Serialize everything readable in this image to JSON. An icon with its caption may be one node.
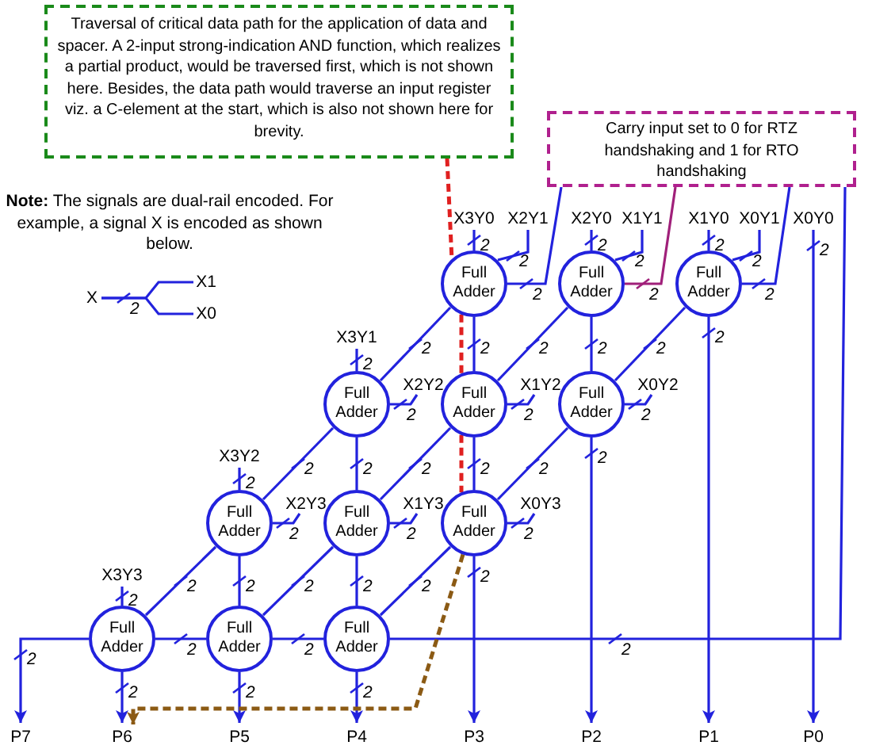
{
  "diagram": {
    "nodes": [
      {
        "text": [
          "Traversal of critical data path for the application of data and spacer. A 2-input strong-indication AND function, which realizes a partial product, would be traversed first, which is not shown here. Besides, the data path would traverse an input register viz. a C-element at the start, which is also not shown here for brevity."
        ]
      },
      {
        "text": [
          "Carry input set to 0 for RTZ handshaking and 1 for RTO handshaking"
        ]
      },
      {
        "text": [
          "Full Adder"
        ]
      },
      {
        "text": [
          "Full Adder"
        ]
      },
      {
        "text": [
          "Full Adder"
        ]
      },
      {
        "text": [
          "Full Adder"
        ]
      },
      {
        "text": [
          "Full Adder"
        ]
      },
      {
        "text": [
          "Full Adder"
        ]
      },
      {
        "text": [
          "Full Adder"
        ]
      },
      {
        "text": [
          "Full Adder"
        ]
      },
      {
        "text": [
          "Full Adder"
        ]
      },
      {
        "text": [
          "Full Adder"
        ]
      },
      {
        "text": [
          "Full Adder"
        ]
      },
      {
        "text": [
          "Full Adder"
        ]
      },
      {
        "text": [
          "X3Y0"
        ]
      },
      {
        "text": [
          "X2Y1"
        ]
      },
      {
        "text": [
          "X2Y0"
        ]
      },
      {
        "text": [
          "X1Y1"
        ]
      },
      {
        "text": [
          "X1Y0"
        ]
      },
      {
        "text": [
          "X0Y1"
        ]
      },
      {
        "text": [
          "X0Y0"
        ]
      },
      {
        "text": [
          "X3Y1"
        ]
      },
      {
        "text": [
          "X2Y2"
        ]
      },
      {
        "text": [
          "X1Y2"
        ]
      },
      {
        "text": [
          "X0Y2"
        ]
      },
      {
        "text": [
          "X3Y2"
        ]
      },
      {
        "text": [
          "X2Y3"
        ]
      },
      {
        "text": [
          "X1Y3"
        ]
      },
      {
        "text": [
          "X0Y3"
        ]
      },
      {
        "text": [
          "X3Y3"
        ]
      },
      {
        "text": [
          "P7"
        ]
      },
      {
        "text": [
          "P6"
        ]
      },
      {
        "text": [
          "P5"
        ]
      },
      {
        "text": [
          "P4"
        ]
      },
      {
        "text": [
          "P3"
        ]
      },
      {
        "text": [
          "P2"
        ]
      },
      {
        "text": [
          "P1"
        ]
      },
      {
        "text": [
          "P0"
        ]
      },
      {
        "text": [
          "X"
        ]
      },
      {
        "text": [
          "X1"
        ]
      },
      {
        "text": [
          "X0"
        ]
      }
    ],
    "edges": [
      {
        "from": 14,
        "to": 2,
        "arrow": "none",
        "label": "2"
      },
      {
        "from": 15,
        "to": 2,
        "arrow": "none",
        "label": "2"
      },
      {
        "from": 16,
        "to": 3,
        "arrow": "none",
        "label": "2"
      },
      {
        "from": 17,
        "to": 3,
        "arrow": "none",
        "label": "2"
      },
      {
        "from": 18,
        "to": 4,
        "arrow": "none",
        "label": "2"
      },
      {
        "from": 19,
        "to": 4,
        "arrow": "none",
        "label": "2"
      },
      {
        "from": 20,
        "to": 37,
        "arrow": "to",
        "label": "2"
      },
      {
        "from": 21,
        "to": 5,
        "arrow": "none",
        "label": "2"
      },
      {
        "from": 22,
        "to": 5,
        "arrow": "none",
        "label": "2"
      },
      {
        "from": 23,
        "to": 6,
        "arrow": "none",
        "label": "2"
      },
      {
        "from": 24,
        "to": 7,
        "arrow": "none",
        "label": "2"
      },
      {
        "from": 25,
        "to": 8,
        "arrow": "none",
        "label": "2"
      },
      {
        "from": 26,
        "to": 8,
        "arrow": "none",
        "label": "2"
      },
      {
        "from": 27,
        "to": 9,
        "arrow": "none",
        "label": "2"
      },
      {
        "from": 28,
        "to": 10,
        "arrow": "none",
        "label": "2"
      },
      {
        "from": 29,
        "to": 11,
        "arrow": "none",
        "label": "2"
      },
      {
        "from": 1,
        "to": 2,
        "arrow": "none",
        "label": "2"
      },
      {
        "from": 1,
        "to": 3,
        "arrow": "none",
        "label": "2",
        "color": "#a0207a"
      },
      {
        "from": 1,
        "to": 4,
        "arrow": "none",
        "label": "2"
      },
      {
        "from": 1,
        "to": 13,
        "arrow": "none",
        "label": "2"
      },
      {
        "from": 2,
        "to": 5,
        "arrow": "none",
        "label": "2"
      },
      {
        "from": 2,
        "to": 6,
        "arrow": "none",
        "label": "2"
      },
      {
        "from": 3,
        "to": 6,
        "arrow": "none",
        "label": "2"
      },
      {
        "from": 3,
        "to": 7,
        "arrow": "none",
        "label": "2"
      },
      {
        "from": 4,
        "to": 7,
        "arrow": "none",
        "label": "2"
      },
      {
        "from": 4,
        "to": 36,
        "arrow": "to",
        "label": "2"
      },
      {
        "from": 5,
        "to": 8,
        "arrow": "none",
        "label": "2"
      },
      {
        "from": 5,
        "to": 9,
        "arrow": "none",
        "label": "2"
      },
      {
        "from": 6,
        "to": 9,
        "arrow": "none",
        "label": "2"
      },
      {
        "from": 6,
        "to": 10,
        "arrow": "none",
        "label": "2"
      },
      {
        "from": 7,
        "to": 10,
        "arrow": "none",
        "label": "2"
      },
      {
        "from": 7,
        "to": 35,
        "arrow": "to",
        "label": "2"
      },
      {
        "from": 8,
        "to": 11,
        "arrow": "none",
        "label": "2"
      },
      {
        "from": 8,
        "to": 12,
        "arrow": "none",
        "label": "2"
      },
      {
        "from": 9,
        "to": 12,
        "arrow": "none",
        "label": "2"
      },
      {
        "from": 9,
        "to": 13,
        "arrow": "none",
        "label": "2"
      },
      {
        "from": 10,
        "to": 13,
        "arrow": "none",
        "label": "2"
      },
      {
        "from": 10,
        "to": 34,
        "arrow": "to",
        "label": "2"
      },
      {
        "from": 13,
        "to": 12,
        "arrow": "none",
        "label": "2"
      },
      {
        "from": 12,
        "to": 11,
        "arrow": "none",
        "label": "2"
      },
      {
        "from": 11,
        "to": 30,
        "arrow": "to",
        "label": "2"
      },
      {
        "from": 11,
        "to": 31,
        "arrow": "to",
        "label": "2"
      },
      {
        "from": 12,
        "to": 32,
        "arrow": "to",
        "label": "2"
      },
      {
        "from": 13,
        "to": 33,
        "arrow": "to",
        "label": "2"
      },
      {
        "from": 38,
        "to": 39,
        "arrow": "none",
        "label": "2"
      },
      {
        "from": 38,
        "to": 40,
        "arrow": "none"
      },
      {
        "from": 0,
        "to": 2,
        "arrow": "none",
        "style": "dashed",
        "color": "#e02020"
      },
      {
        "from": 2,
        "to": 6,
        "arrow": "none",
        "style": "dashed",
        "color": "#e02020"
      },
      {
        "from": 6,
        "to": 10,
        "arrow": "none",
        "style": "dashed",
        "color": "#e02020"
      },
      {
        "from": 10,
        "to": 31,
        "arrow": "to",
        "style": "dashed",
        "color": "#8b5a14"
      }
    ],
    "labels": [
      "**Note:** The signals are dual-rail encoded. For example, a signal X is encoded as shown below."
    ]
  }
}
